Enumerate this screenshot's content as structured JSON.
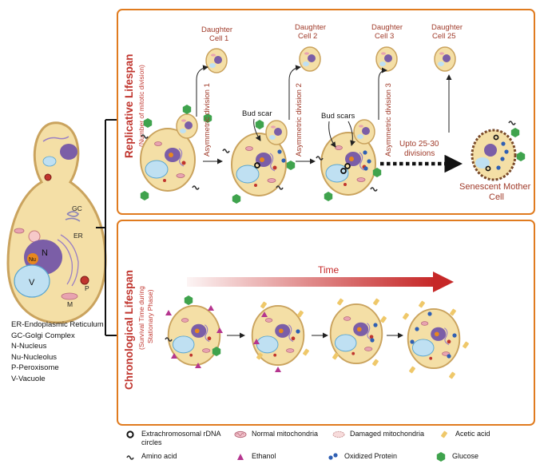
{
  "colors": {
    "frame_orange": "#e07b1f",
    "title_red": "#c0352e",
    "cell_fill": "#f4dfa6",
    "cell_wall": "#caa35e",
    "nucleus": "#7b5ea7",
    "nucleolus": "#e8871e",
    "vacuole": "#bfe0f2",
    "glucose": "#3fa34d",
    "ethanol": "#b5358f",
    "oxidized_protein": "#2f5fb3",
    "acetic_acid": "#efc86a",
    "time_arrow": "#c62828"
  },
  "yeast": {
    "labels": {
      "gc": "GC",
      "er": "ER",
      "n": "N",
      "nu": "Nu",
      "v": "V",
      "p": "P",
      "m": "M"
    },
    "key": [
      "ER-Endoplasmic Reticulum",
      "GC-Golgi Complex",
      "N-Nucleus",
      "Nu-Nucleolus",
      "P-Peroxisome",
      "V-Vacuole"
    ]
  },
  "replicative": {
    "title": "Replicative Lifespan",
    "subtitle": "(Number of mitotic division)",
    "daughters": [
      {
        "line1": "Daughter",
        "line2": "Cell 1"
      },
      {
        "line1": "Daughter",
        "line2": "Cell 2"
      },
      {
        "line1": "Daughter",
        "line2": "Cell 3"
      },
      {
        "line1": "Daughter",
        "line2": "Cell 25"
      }
    ],
    "divisions": [
      "Asymmetric division 1",
      "Asymmetric division 2",
      "Asymmetric division 3"
    ],
    "bud_scar": "Bud scar",
    "bud_scars": "Bud scars",
    "upto": {
      "line1": "Upto 25-30",
      "line2": "divisions"
    },
    "senescent": {
      "line1": "Senescent Mother",
      "line2": "Cell"
    }
  },
  "chronological": {
    "title": "Chronological Lifespan",
    "subtitle_1": "(Survival Time during",
    "subtitle_2": "Stationary Phase)",
    "time_label": "Time"
  },
  "legend": [
    {
      "label_1": "Extrachromosomal rDNA",
      "label_2": "circles",
      "icon": "rdna-circle-icon"
    },
    {
      "label_1": "Normal mitochondria",
      "label_2": "",
      "icon": "normal-mitochondria-icon"
    },
    {
      "label_1": "Damaged mitochondria",
      "label_2": "",
      "icon": "damaged-mitochondria-icon"
    },
    {
      "label_1": "Acetic acid",
      "label_2": "",
      "icon": "acetic-acid-icon"
    },
    {
      "label_1": "Amino acid",
      "label_2": "",
      "icon": "amino-acid-icon"
    },
    {
      "label_1": "Ethanol",
      "label_2": "",
      "icon": "ethanol-icon"
    },
    {
      "label_1": "Oxidized Protein",
      "label_2": "",
      "icon": "oxidized-protein-icon"
    },
    {
      "label_1": "Glucose",
      "label_2": "",
      "icon": "glucose-icon"
    }
  ]
}
